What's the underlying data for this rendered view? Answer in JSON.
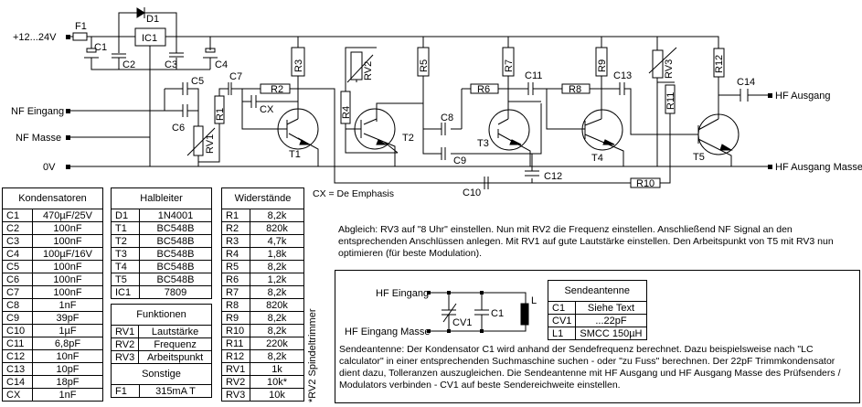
{
  "schematic": {
    "labels": {
      "supply": "+12...24V",
      "nf_in": "NF Eingang",
      "nf_gnd": "NF Masse",
      "zero": "0V",
      "hf_out": "HF Ausgang",
      "hf_out_gnd": "HF Ausgang Masse",
      "F1": "F1",
      "D1": "D1",
      "IC1": "IC1",
      "C1": "C1",
      "C2": "C2",
      "C3": "C3",
      "C4": "C4",
      "C5": "C5",
      "C6": "C6",
      "C7": "C7",
      "CX": "CX",
      "C8": "C8",
      "C9": "C9",
      "C10": "C10",
      "C11": "C11",
      "C12": "C12",
      "C13": "C13",
      "C14": "C14",
      "R1": "R1",
      "R2": "R2",
      "R3": "R3",
      "R4": "R4",
      "R5": "R5",
      "R6": "R6",
      "R7": "R7",
      "R8": "R8",
      "R9": "R9",
      "R10": "R10",
      "R11": "R11",
      "R12": "R12",
      "RV1": "RV1",
      "RV2": "RV2",
      "RV3": "RV3",
      "T1": "T1",
      "T2": "T2",
      "T3": "T3",
      "T4": "T4",
      "T5": "T5"
    },
    "cx_note": "CX = De Emphasis"
  },
  "tables": {
    "kondensatoren": {
      "title": "Kondensatoren",
      "rows": [
        [
          "C1",
          "470µF/25V"
        ],
        [
          "C2",
          "100nF"
        ],
        [
          "C3",
          "100nF"
        ],
        [
          "C4",
          "100µF/16V"
        ],
        [
          "C5",
          "100nF"
        ],
        [
          "C6",
          "100nF"
        ],
        [
          "C7",
          "100nF"
        ],
        [
          "C8",
          "1nF"
        ],
        [
          "C9",
          "39pF"
        ],
        [
          "C10",
          "1µF"
        ],
        [
          "C11",
          "6,8pF"
        ],
        [
          "C12",
          "10nF"
        ],
        [
          "C13",
          "10pF"
        ],
        [
          "C14",
          "18pF"
        ],
        [
          "CX",
          "1nF"
        ]
      ]
    },
    "halbleiter": {
      "title": "Halbleiter",
      "rows": [
        [
          "D1",
          "1N4001"
        ],
        [
          "T1",
          "BC548B"
        ],
        [
          "T2",
          "BC548B"
        ],
        [
          "T3",
          "BC548B"
        ],
        [
          "T4",
          "BC548B"
        ],
        [
          "T5",
          "BC548B"
        ],
        [
          "IC1",
          "7809"
        ]
      ]
    },
    "funktionen": {
      "title": "Funktionen",
      "rows": [
        [
          "RV1",
          "Lautstärke"
        ],
        [
          "RV2",
          "Frequenz"
        ],
        [
          "RV3",
          "Arbeitspunkt"
        ]
      ]
    },
    "sonstige": {
      "title": "Sonstige",
      "rows": [
        [
          "F1",
          "315mA T"
        ]
      ]
    },
    "widerstaende": {
      "title": "Widerstände",
      "rows": [
        [
          "R1",
          "8,2k"
        ],
        [
          "R2",
          "820k"
        ],
        [
          "R3",
          "4,7k"
        ],
        [
          "R4",
          "1,8k"
        ],
        [
          "R5",
          "8,2k"
        ],
        [
          "R6",
          "1,2k"
        ],
        [
          "R7",
          "8,2k"
        ],
        [
          "R8",
          "820k"
        ],
        [
          "R9",
          "8,2k"
        ],
        [
          "R10",
          "8,2k"
        ],
        [
          "R11",
          "220k"
        ],
        [
          "R12",
          "8,2k"
        ],
        [
          "RV1",
          "1k"
        ],
        [
          "RV2",
          "10k*"
        ],
        [
          "RV3",
          "10k"
        ]
      ]
    },
    "footnote": "*RV2 Spindeltrimmer"
  },
  "abgleich_text": "Abgleich: RV3 auf \"8 Uhr\" einstellen. Nun mit RV2 die Frequenz einstellen. Anschließend NF Signal an den entsprechenden Anschlüssen anlegen. Mit RV1 auf gute Lautstärke einstellen. Den Arbeitspunkt von T5 mit RV3 nun optimieren (für beste Modulation).",
  "antenna": {
    "labels": {
      "hf_in": "HF Eingang",
      "hf_in_gnd": "HF Eingang Masse",
      "CV1": "CV1",
      "C1": "C1",
      "L1": "L1"
    },
    "table": {
      "title": "Sendeantenne",
      "rows": [
        [
          "C1",
          "Siehe Text"
        ],
        [
          "CV1",
          "...22pF"
        ],
        [
          "L1",
          "SMCC 150µH"
        ]
      ]
    },
    "text": "Sendeantenne: Der Kondensator C1 wird anhand der Sendefrequenz berechnet. Dazu beispielsweise nach \"LC calculator\" in einer entsprechenden Suchmaschine suchen - oder \"zu Fuss\" berechnen. Der 22pF Trimmkondensator dient dazu, Tolleranzen auszugleichen. Die Sendeantenne mit HF Ausgang und HF Ausgang Masse des Prüfsenders / Modulators verbinden - CV1 auf beste Sendereichweite einstellen."
  }
}
